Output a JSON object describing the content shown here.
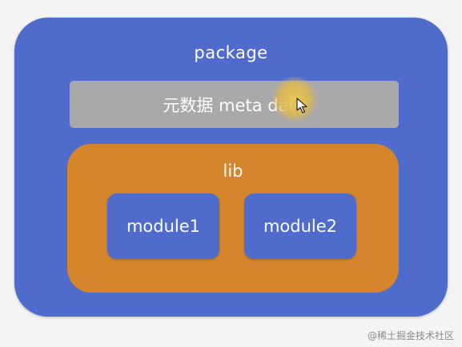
{
  "diagram": {
    "package_label": "package",
    "meta_label": "元数据 meta data",
    "lib_label": "lib",
    "modules": [
      {
        "label": "module1"
      },
      {
        "label": "module2"
      }
    ]
  },
  "watermark": "@稀土掘金技术社区",
  "colors": {
    "package": "#4f6ccc",
    "meta": "#a9a9ab",
    "lib": "#d5852b",
    "module": "#4f6ccc",
    "text": "#ffffff",
    "cursor_highlight": "#e6c24f"
  }
}
